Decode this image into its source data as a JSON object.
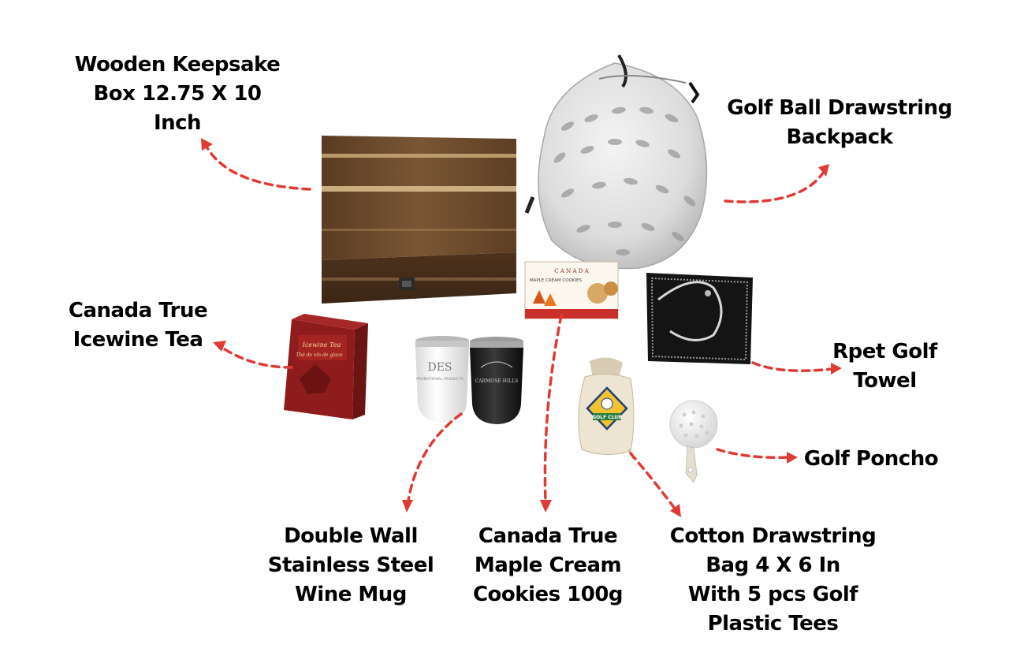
{
  "labels": {
    "keepsake_box": [
      "Wooden Keepsake",
      "Box 12.75 X 10",
      "Inch"
    ],
    "backpack": [
      "Golf Ball Drawstring",
      "Backpack"
    ],
    "tea": [
      "Canada True",
      "Icewine Tea"
    ],
    "towel": [
      "Rpet Golf",
      "Towel"
    ],
    "poncho": [
      "Golf Poncho"
    ],
    "mug": [
      "Double Wall",
      "Stainless Steel",
      "Wine Mug"
    ],
    "cookies": [
      "Canada True",
      "Maple Cream",
      "Cookies 100g"
    ],
    "drawstring_bag": [
      "Cotton Drawstring",
      "Bag 4 X 6 In",
      "With 5 pcs Golf",
      "Plastic Tees"
    ]
  },
  "product_text": {
    "tea_box_title": "Icewine Tea",
    "tea_box_subtitle": "Thé de vin de glace",
    "cookie_box_brand": "C A N A D A",
    "cookie_box_title": "MAPLE CREAM COOKIES",
    "white_mug_logo": "DES",
    "white_mug_text": "PROMOTIONAL PRODUCTS",
    "black_mug_text": "CARMOSE HILLS",
    "golf_bag_badge": "GOLF CLUB"
  },
  "colors": {
    "arrow": "#e03a34",
    "text": "#000000",
    "wood": "#6b4a2c",
    "tea_red": "#8e1c1c"
  },
  "icons": [
    "wooden-box",
    "golf-ball-backpack",
    "icewine-tea-box",
    "white-wine-mug",
    "black-wine-mug",
    "maple-cookie-box",
    "golf-towel",
    "golf-drawstring-bag",
    "golf-ball-poncho"
  ]
}
